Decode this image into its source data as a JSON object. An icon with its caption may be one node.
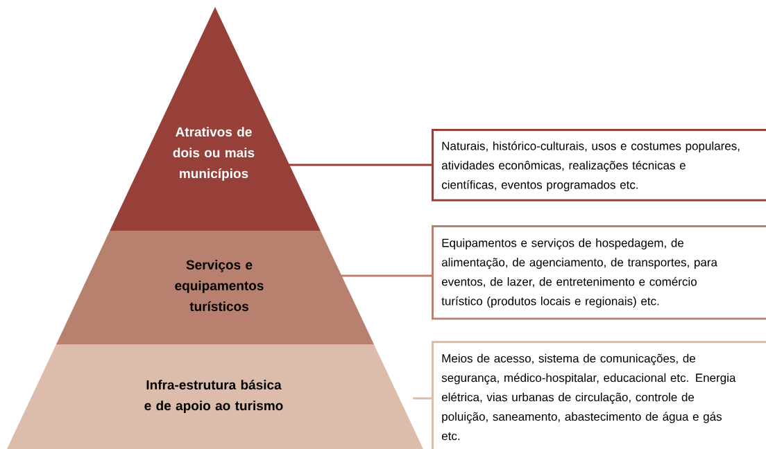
{
  "diagram": {
    "nodes": [
      {
        "text": [
          "Atrativos de dois ou mais municípios"
        ]
      },
      {
        "text": [
          "Serviços e equipamentos turísticos"
        ]
      },
      {
        "text": [
          "Infra-estrutura básica e de apoio ao turismo"
        ]
      },
      {
        "text": [
          "Naturais, histórico-culturais, usos e costumes populares, atividades econômicas, realizações técnicas e científicas, eventos programados etc."
        ]
      },
      {
        "text": [
          "Equipamentos e serviços de hospedagem, de alimentação, de agenciamento, de transportes, para eventos, de lazer, de entretenimento e comércio turístico (produtos locais e regionais) etc."
        ]
      },
      {
        "text": [
          "Meios de acesso, sistema de comunicações, de segurança, médico-hospitalar, educacional etc. Energia elétrica, vias urbanas de circulação, controle de poluição, saneamento, abastecimento de água e gás etc."
        ]
      }
    ],
    "edges": [
      {
        "from": 0,
        "to": 3,
        "arrow": "none",
        "color": "#97403a"
      },
      {
        "from": 1,
        "to": 4,
        "arrow": "none",
        "color": "#b8806e"
      },
      {
        "from": 2,
        "to": 5,
        "arrow": "none",
        "color": "#dcbcaa"
      }
    ]
  }
}
